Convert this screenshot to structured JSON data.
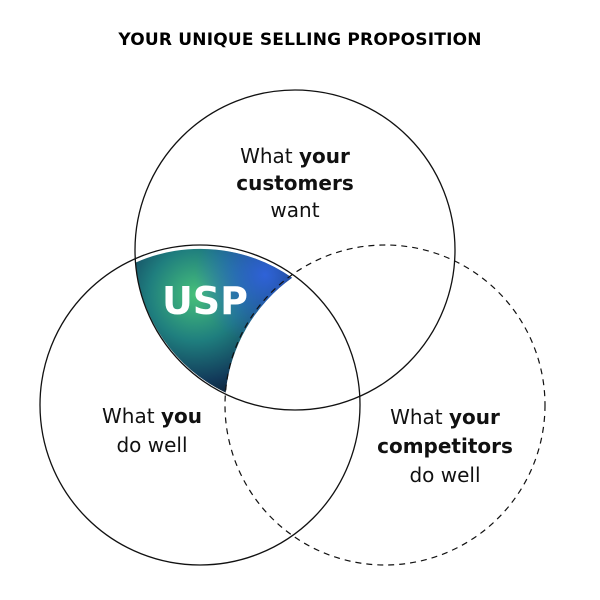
{
  "title": "YOUR UNIQUE SELLING PROPOSITION",
  "usp_label": "USP",
  "circles": {
    "customers": {
      "line1_normal": "What ",
      "line1_bold": "your",
      "line2_bold": "customers",
      "line3": "want",
      "border": "solid"
    },
    "you": {
      "line1_normal": "What ",
      "line1_bold": "you",
      "line2": "do well",
      "border": "solid"
    },
    "competitors": {
      "line1_normal": "What ",
      "line1_bold": "your",
      "line2_bold": "competitors",
      "line3": "do well",
      "border": "dashed"
    }
  },
  "colors": {
    "outline": "#111111",
    "usp_gradient": [
      "#3aa86a",
      "#1f6b8a",
      "#2a56c9",
      "#081a2e"
    ]
  }
}
